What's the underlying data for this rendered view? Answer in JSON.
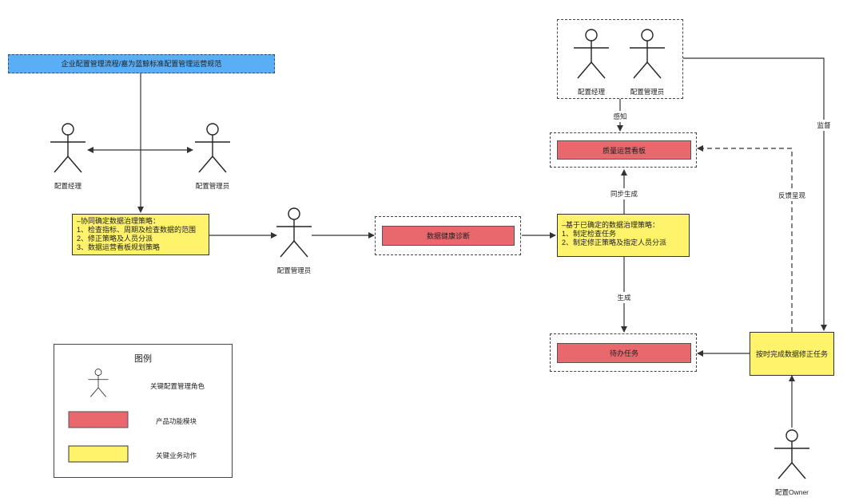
{
  "process_box": {
    "text": "企业配置管理流程/嘉为蓝鲸标准配置管理运营规范"
  },
  "roles": {
    "left_manager": "配置经理",
    "left_admin": "配置管理员",
    "center_admin": "配置管理员",
    "top_manager": "配置经理",
    "top_admin": "配置管理员",
    "owner": "配置Owner"
  },
  "strategy_box": {
    "title": "–协同确定数据治理策略：",
    "lines": [
      "1、检查指标、周期及检查数据的范围",
      "2、修正策略及人员分派",
      "3、数据运营看板规划策略"
    ]
  },
  "modules": {
    "health": "数据健康诊断",
    "dashboard": "质量运营看板",
    "todo": "待办任务"
  },
  "plan_box": {
    "title": "–基于已确定的数据治理策略：",
    "lines": [
      "1、制定检查任务",
      "2、制定修正策略及指定人员分派"
    ]
  },
  "fix_box": {
    "text": "按时完成数据修正任务"
  },
  "edge_labels": {
    "perceive": "感知",
    "sync": "同步生成",
    "generate": "生成",
    "feedback": "反馈呈现",
    "supervise": "监督"
  },
  "legend": {
    "title": "图例",
    "role": "关键配置管理角色",
    "module": "产品功能模块",
    "action": "关键业务动作"
  },
  "colors": {
    "process_blue": "#5aaef5",
    "module_red": "#e8686e",
    "action_yellow": "#fff36b"
  }
}
